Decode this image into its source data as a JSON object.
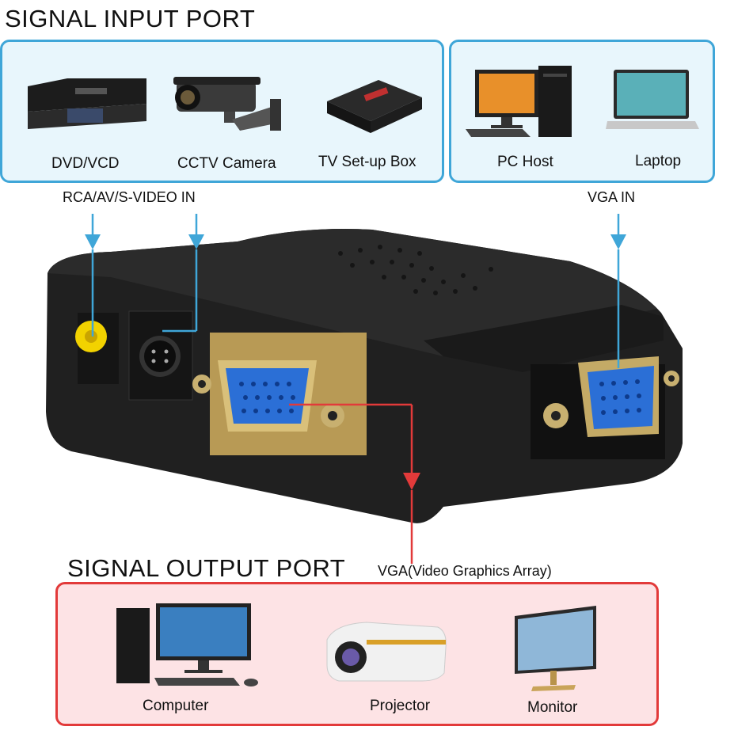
{
  "input_section": {
    "title": "SIGNAL INPUT PORT",
    "left_devices": [
      "DVD/VCD",
      "CCTV Camera",
      "TV Set-up Box"
    ],
    "right_devices": [
      "PC Host",
      "Laptop"
    ],
    "rca_label": "RCA/AV/S-VIDEO IN",
    "vga_in_label": "VGA IN"
  },
  "output_section": {
    "title": "SIGNAL OUTPUT PORT",
    "vga_label": "VGA(Video Graphics Array)",
    "devices": [
      "Computer",
      "Projector",
      "Monitor"
    ]
  },
  "colors": {
    "input_border": "#3fa6d8",
    "input_fill": "#e8f6fc",
    "output_border": "#e23a3a",
    "output_fill": "#fde3e5",
    "arrow_blue": "#3fa6d8",
    "arrow_red": "#e23a3a"
  }
}
